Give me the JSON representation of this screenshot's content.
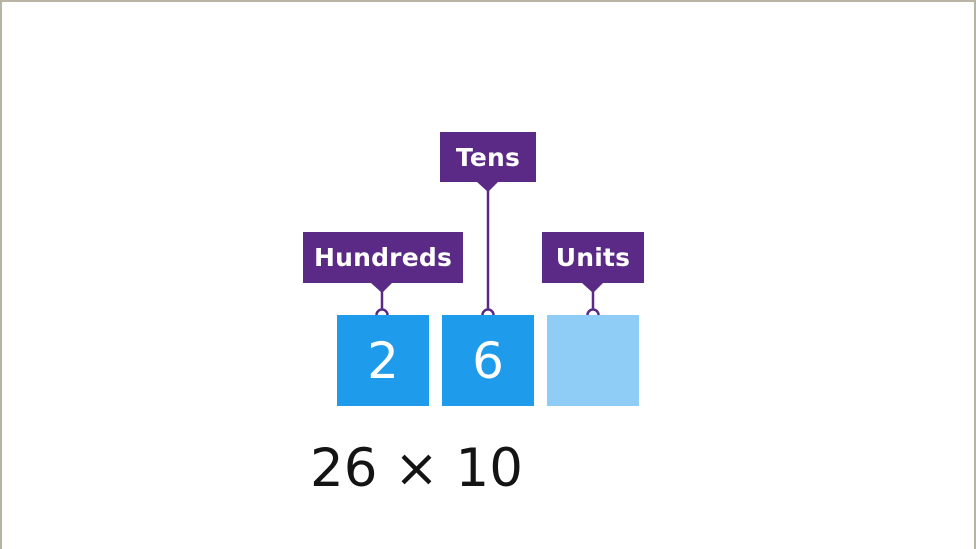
{
  "labels": {
    "hundreds": "Hundreds",
    "tens": "Tens",
    "units": "Units"
  },
  "digits": {
    "hundreds": "2",
    "tens": "6",
    "units": ""
  },
  "expression": "26 × 10",
  "colors": {
    "label_bg": "#5b2a86",
    "digit_filled": "#1e9bea",
    "digit_empty": "#90cdf6",
    "connector": "#5b2a86"
  }
}
